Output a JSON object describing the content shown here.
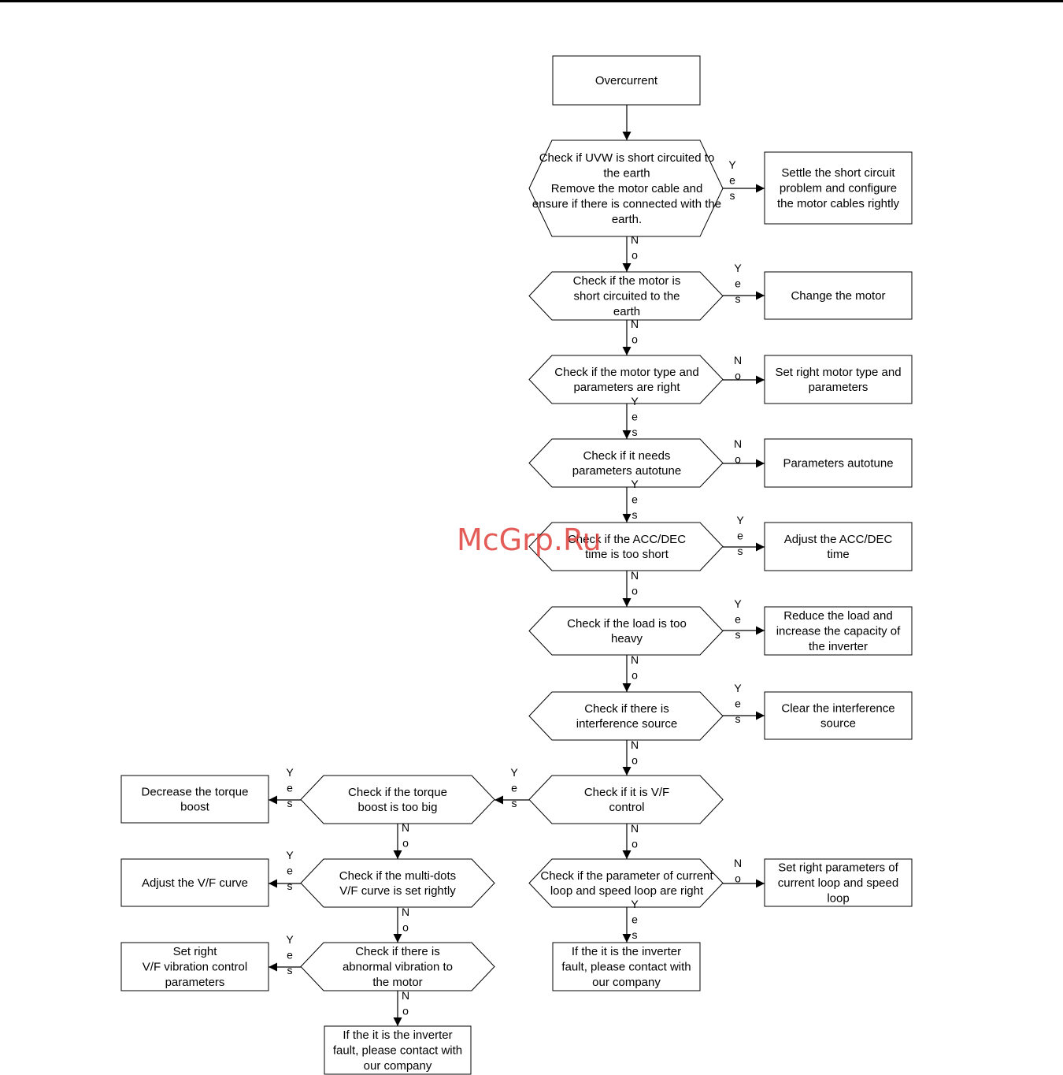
{
  "watermark": "McGrp.Ru",
  "edge_labels": {
    "yes": "Yes",
    "no": "No"
  },
  "nodes": {
    "start": "Overcurrent",
    "d1": [
      "Check if UVW is short circuited to",
      "the earth",
      "Remove the motor cable and",
      "ensure if there is connected with the",
      "earth."
    ],
    "r1": [
      "Settle the short circuit",
      "problem and configure",
      "the motor cables rightly"
    ],
    "d2": [
      "Check if the motor is",
      "short circuited to the",
      "earth"
    ],
    "r2": [
      "Change the motor"
    ],
    "d3": [
      "Check if the motor type and",
      "parameters are right"
    ],
    "r3": [
      "Set right motor type and",
      "parameters"
    ],
    "d4": [
      "Check if it needs",
      "parameters autotune"
    ],
    "r4": [
      "Parameters autotune"
    ],
    "d5": [
      "Check if the ACC/DEC",
      "time is too short"
    ],
    "r5": [
      "Adjust the ACC/DEC",
      "time"
    ],
    "d6": [
      "Check if the load is too",
      "heavy"
    ],
    "r6": [
      "Reduce the load and",
      "increase the capacity of",
      "the inverter"
    ],
    "d7": [
      "Check if there is",
      "interference source"
    ],
    "r7": [
      "Clear the interference",
      "source"
    ],
    "d8": [
      "Check if it is V/F",
      "control"
    ],
    "d9": [
      "Check if the parameter of current",
      "loop and speed loop are right"
    ],
    "r9": [
      "Set right parameters of",
      "current loop and speed",
      "loop"
    ],
    "e9": [
      "If the it is the inverter",
      "fault, please contact with",
      "our company"
    ],
    "dl1": [
      "Check if the torque",
      "boost is too big"
    ],
    "rl1": [
      "Decrease the torque",
      "boost"
    ],
    "dl2": [
      "Check if the multi-dots",
      "V/F curve is set rightly"
    ],
    "rl2": [
      "Adjust the V/F curve"
    ],
    "dl3": [
      "Check if there is",
      "abnormal vibration to",
      "the motor"
    ],
    "rl3": [
      "Set right",
      "V/F vibration control",
      "parameters"
    ],
    "el": [
      "If the it is the inverter",
      "fault, please contact with",
      "our company"
    ]
  }
}
